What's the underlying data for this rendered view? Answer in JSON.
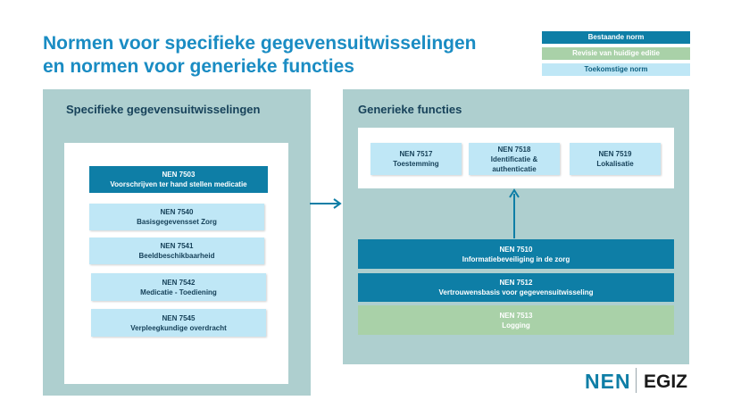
{
  "title": {
    "line1": "Normen voor specifieke gegevensuitwisselingen",
    "line2": "en normen voor generieke functies"
  },
  "legend": {
    "existing": "Bestaande norm",
    "revision": "Revisie van huidige editie",
    "future": "Toekomstige norm"
  },
  "colors": {
    "existing": "#0e7ea6",
    "revision": "#a9d1a8",
    "future": "#bfe7f6",
    "panel": "#aecfcf",
    "title": "#1a8cc3"
  },
  "left_panel": {
    "title": "Specifieke gegevensuitwisselingen",
    "norms": [
      {
        "code": "NEN 7503",
        "name": "Voorschrijven ter hand stellen medicatie",
        "status": "existing"
      },
      {
        "code": "NEN 7540",
        "name": "Basisgegevensset Zorg",
        "status": "future"
      },
      {
        "code": "NEN 7541",
        "name": "Beeldbeschikbaarheid",
        "status": "future"
      },
      {
        "code": "NEN 7542",
        "name": "Medicatie - Toediening",
        "status": "future"
      },
      {
        "code": "NEN 7545",
        "name": "Verpleegkundige overdracht",
        "status": "future"
      }
    ]
  },
  "right_panel": {
    "title": "Generieke functies",
    "top_norms": [
      {
        "code": "NEN 7517",
        "name": "Toestemming",
        "status": "future"
      },
      {
        "code": "NEN 7518",
        "name": "Identificatie & authenticatie",
        "status": "future"
      },
      {
        "code": "NEN 7519",
        "name": "Lokalisatie",
        "status": "future"
      }
    ],
    "base_norms": [
      {
        "code": "NEN 7510",
        "name": "Informatiebeveiliging in de zorg",
        "status": "existing"
      },
      {
        "code": "NEN 7512",
        "name": "Vertrouwensbasis voor gegevensuitwisseling",
        "status": "existing"
      },
      {
        "code": "NEN 7513",
        "name": "Logging",
        "status": "revision"
      }
    ]
  },
  "logos": {
    "nen": "NEN",
    "egiz": "EGIZ"
  }
}
